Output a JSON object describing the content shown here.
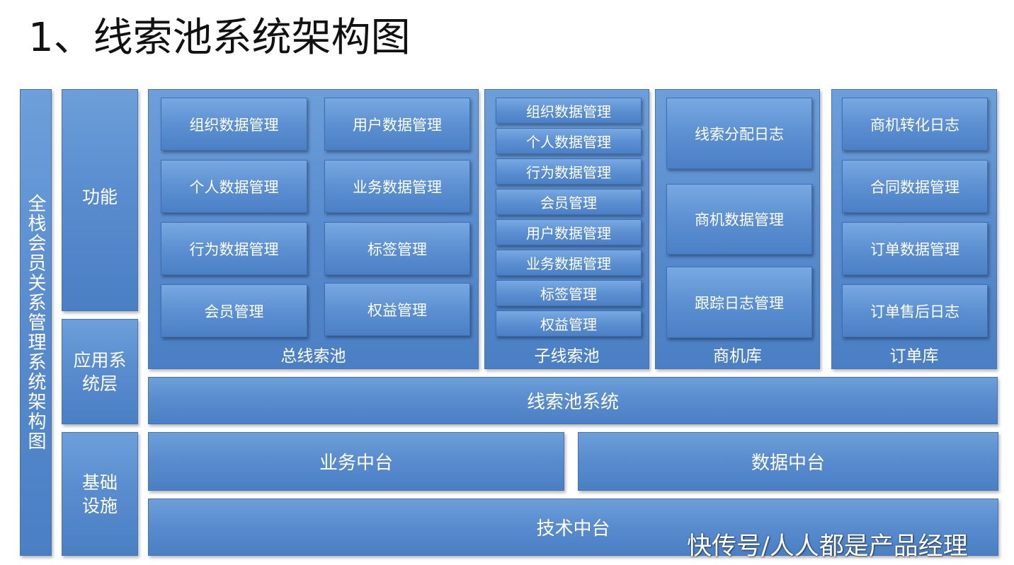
{
  "title": "1、线索池系统架构图",
  "left_label": "全栈会员关系管理系统架构图",
  "layers": {
    "function": "功能",
    "application": "应用系统层",
    "infrastructure": "基础设施"
  },
  "pools": {
    "main": {
      "caption": "总线索池",
      "items": [
        "组织数据管理",
        "用户数据管理",
        "个人数据管理",
        "业务数据管理",
        "行为数据管理",
        "标签管理",
        "会员管理",
        "权益管理"
      ]
    },
    "sub": {
      "caption": "子线索池",
      "items": [
        "组织数据管理",
        "个人数据管理",
        "行为数据管理",
        "会员管理",
        "用户数据管理",
        "业务数据管理",
        "标签管理",
        "权益管理"
      ]
    },
    "opportunity": {
      "caption": "商机库",
      "items": [
        "线索分配日志",
        "商机数据管理",
        "跟踪日志管理"
      ]
    },
    "order": {
      "caption": "订单库",
      "items": [
        "商机转化日志",
        "合同数据管理",
        "订单数据管理",
        "订单售后日志"
      ]
    }
  },
  "system": "线索池系统",
  "platforms": {
    "business": "业务中台",
    "data": "数据中台",
    "tech": "技术中台"
  },
  "watermark": "快传号/人人都是产品经理"
}
